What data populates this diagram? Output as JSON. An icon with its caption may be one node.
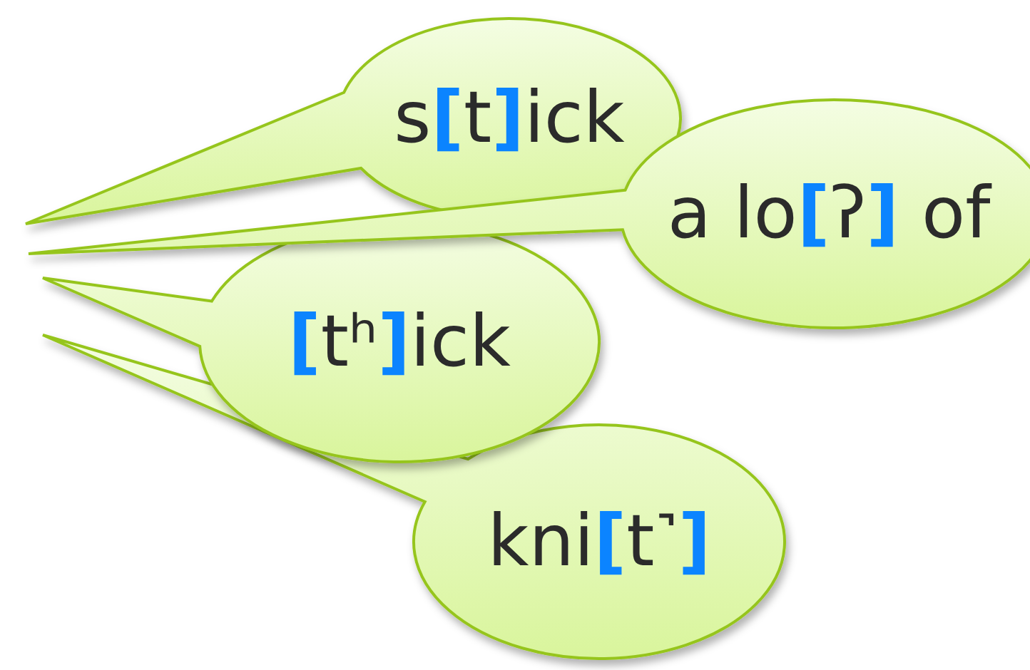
{
  "diagram": {
    "nodes": [
      {
        "text": [
          "s[t]ick"
        ]
      },
      {
        "text": [
          "a lo[ʔ] of"
        ]
      },
      {
        "text": [
          "[tʰ]ick"
        ]
      },
      {
        "text": [
          "kni[t˺]"
        ]
      }
    ]
  }
}
